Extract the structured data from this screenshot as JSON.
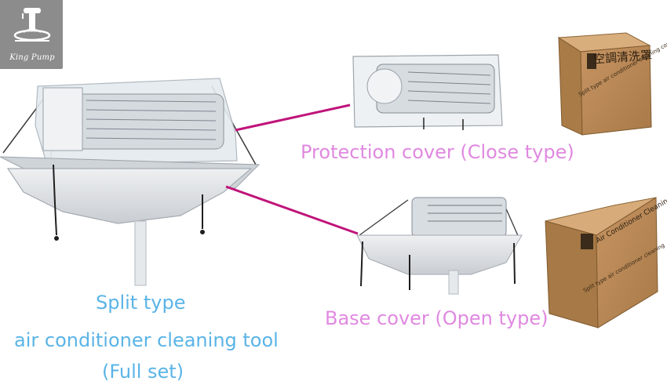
{
  "logo": {
    "brand": "King Pump",
    "icon": "faucet-logo-icon",
    "bg_color": "#8c8c8c"
  },
  "captions": {
    "close_type": "Protection cover (Close type)",
    "open_type": "Base cover (Open type)",
    "main_line1": "Split type",
    "main_line2": "air conditioner cleaning tool",
    "main_line3": "(Full set)"
  },
  "box_labels": {
    "close_box_cn": "空調清洗罩",
    "close_box_en": "Split type air conditioner cleaning cover",
    "open_box_title": "Air Conditioner Cleaning Tool",
    "open_box_en": "Split type air conditioner cleaning"
  },
  "colors": {
    "caption_pink": "#e089e0",
    "caption_blue": "#5ab4e6",
    "connector": "#c0147a",
    "cardboard": "#b88a55"
  }
}
